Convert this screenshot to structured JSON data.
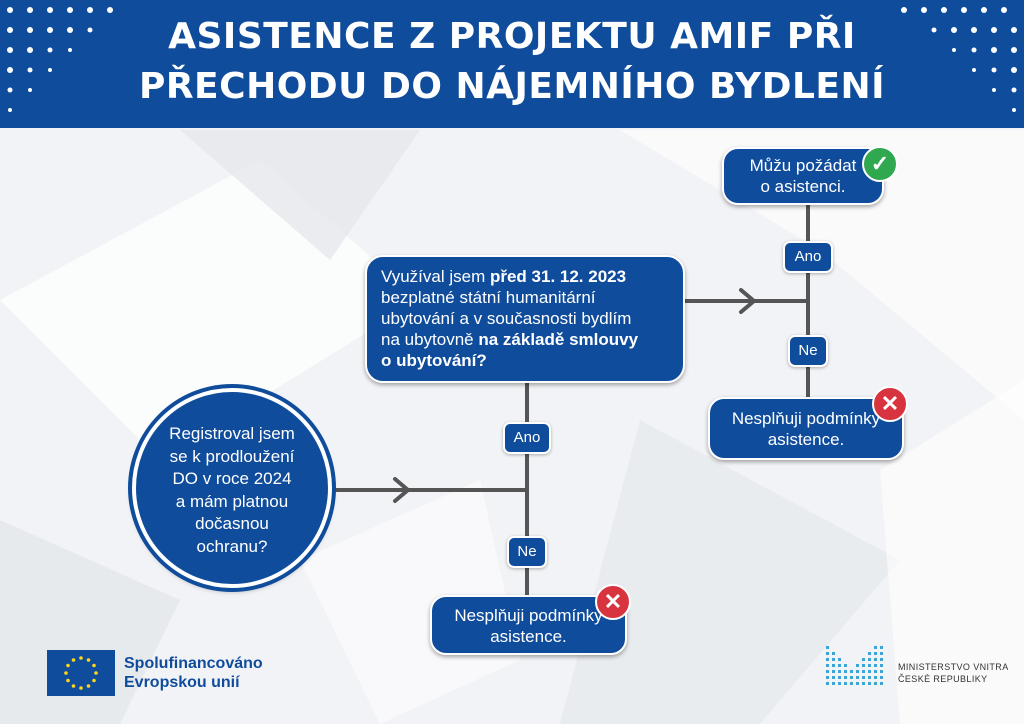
{
  "header": {
    "title_line1": "ASISTENCE Z PROJEKTU AMIF PŘI",
    "title_line2": "PŘECHODU DO NÁJEMNÍHO BYDLENÍ"
  },
  "colors": {
    "brand_blue": "#0f4c9c",
    "connector": "#555555",
    "yes": "#2fa84f",
    "no": "#d8343f"
  },
  "nodes": {
    "start_question": [
      "Registroval jsem",
      "se k prodloužení",
      "DO v roce 2024",
      "a mám platnou",
      "dočasnou",
      "ochranu?"
    ],
    "second_question": {
      "l1_pre": "Využíval jsem ",
      "l1_bold": "před 31. 12. 2023",
      "l2": "bezplatné státní humanitární",
      "l3": "ubytování a v současnosti bydlím",
      "l4_pre": "na ubytovně ",
      "l4_bold": "na základě smlouvy",
      "l5_bold": "o ubytování?"
    },
    "result_eligible": [
      "Můžu požádat",
      "o asistenci."
    ],
    "result_not_eligible_right": [
      "Nesplňuji podmínky",
      "asistence."
    ],
    "result_not_eligible_bottom": [
      "Nesplňuji podmínky",
      "asistence."
    ]
  },
  "edges": {
    "yes_label": "Ano",
    "no_label": "Ne",
    "yes_label_right": "Ano",
    "no_label_right": "Ne"
  },
  "icons": {
    "eligible": "check-circle-icon",
    "not_eligible": "cross-circle-icon"
  },
  "footer": {
    "eu_line1": "Spolufinancováno",
    "eu_line2": "Evropskou unií",
    "ministry_line1": "MINISTERSTVO VNITRA",
    "ministry_line2": "ČESKÉ REPUBLIKY"
  }
}
